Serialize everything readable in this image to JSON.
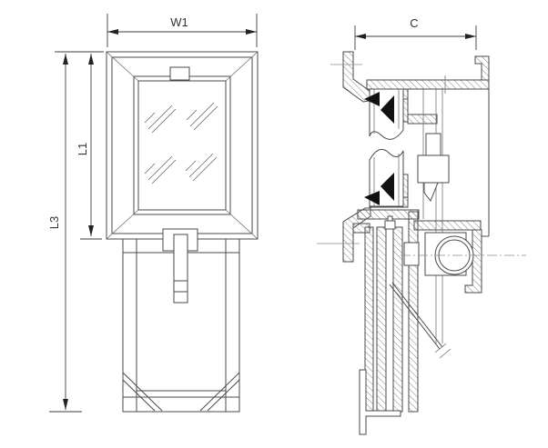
{
  "title": "Technical drawing of a window / hatch assembly, front elevation and side section",
  "drawing": {
    "colors": {
      "background": "#ffffff",
      "line": "#4b4b4b",
      "hatch": "#777777",
      "gasket": "#111111",
      "dimension": "#3d3d3d"
    },
    "dimensions": {
      "w1": {
        "label": "W1"
      },
      "l1": {
        "label": "L1"
      },
      "l3": {
        "label": "L3"
      },
      "c": {
        "label": "C"
      }
    }
  }
}
